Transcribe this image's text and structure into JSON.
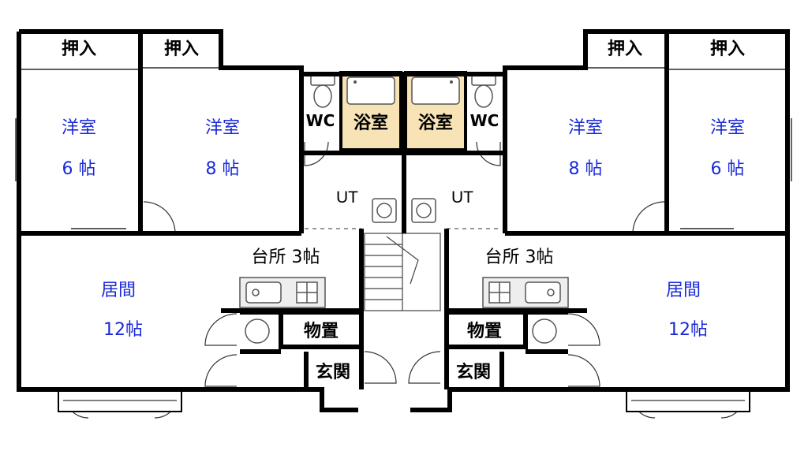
{
  "colors": {
    "wall": "#000000",
    "room_text": "#1a2ad8",
    "fixture_text": "#000000",
    "bath": "#f7e3b5",
    "fixture_fill": "#eeeeee",
    "background": "#ffffff"
  },
  "units": [
    {
      "side": "left",
      "closets": [
        "押入",
        "押入"
      ],
      "western_room_small": {
        "name": "洋室",
        "size": "6 帖"
      },
      "western_room_large": {
        "name": "洋室",
        "size": "8 帖"
      },
      "wc": "WC",
      "bath": "浴室",
      "utility": "UT",
      "kitchen": "台所 3帖",
      "living": {
        "name": "居間",
        "size": "12帖"
      },
      "storage": "物置",
      "entrance": "玄関"
    },
    {
      "side": "right",
      "closets": [
        "押入",
        "押入"
      ],
      "western_room_small": {
        "name": "洋室",
        "size": "6 帖"
      },
      "western_room_large": {
        "name": "洋室",
        "size": "8 帖"
      },
      "wc": "WC",
      "bath": "浴室",
      "utility": "UT",
      "kitchen": "台所 3帖",
      "living": {
        "name": "居間",
        "size": "12帖"
      },
      "storage": "物置",
      "entrance": "玄関"
    }
  ]
}
